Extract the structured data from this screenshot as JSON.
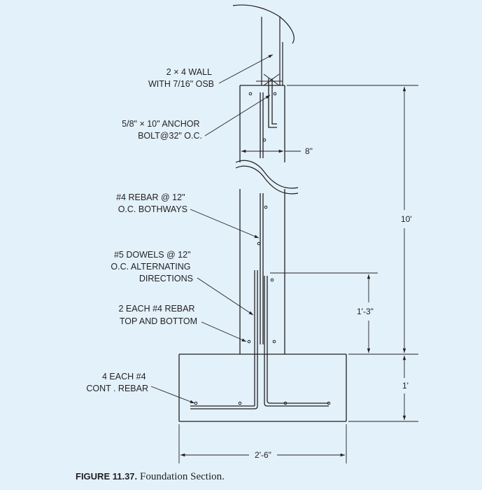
{
  "labels": {
    "wall": [
      "2 × 4 WALL",
      "WITH 7/16\" OSB"
    ],
    "anchor_bolt": [
      "5/8\" × 10\" ANCHOR",
      "BOLT@32\" O.C."
    ],
    "rebar_4": [
      "#4 REBAR @ 12\"",
      "O.C. BOTHWAYS"
    ],
    "dowels": [
      "#5 DOWELS @ 12\"",
      "O.C. ALTERNATING",
      "DIRECTIONS"
    ],
    "top_bottom": [
      "2 EACH #4 REBAR",
      "TOP AND BOTTOM"
    ],
    "cont_rebar": [
      "4 EACH #4",
      "CONT . REBAR"
    ]
  },
  "dimensions": {
    "wall_width": "8\"",
    "wall_height": "10'",
    "dowel_height": "1'-3\"",
    "footing_depth": "1'",
    "footing_width": "2'-6\""
  },
  "caption": {
    "number": "FIGURE 11.37.",
    "title": "Foundation Section."
  }
}
